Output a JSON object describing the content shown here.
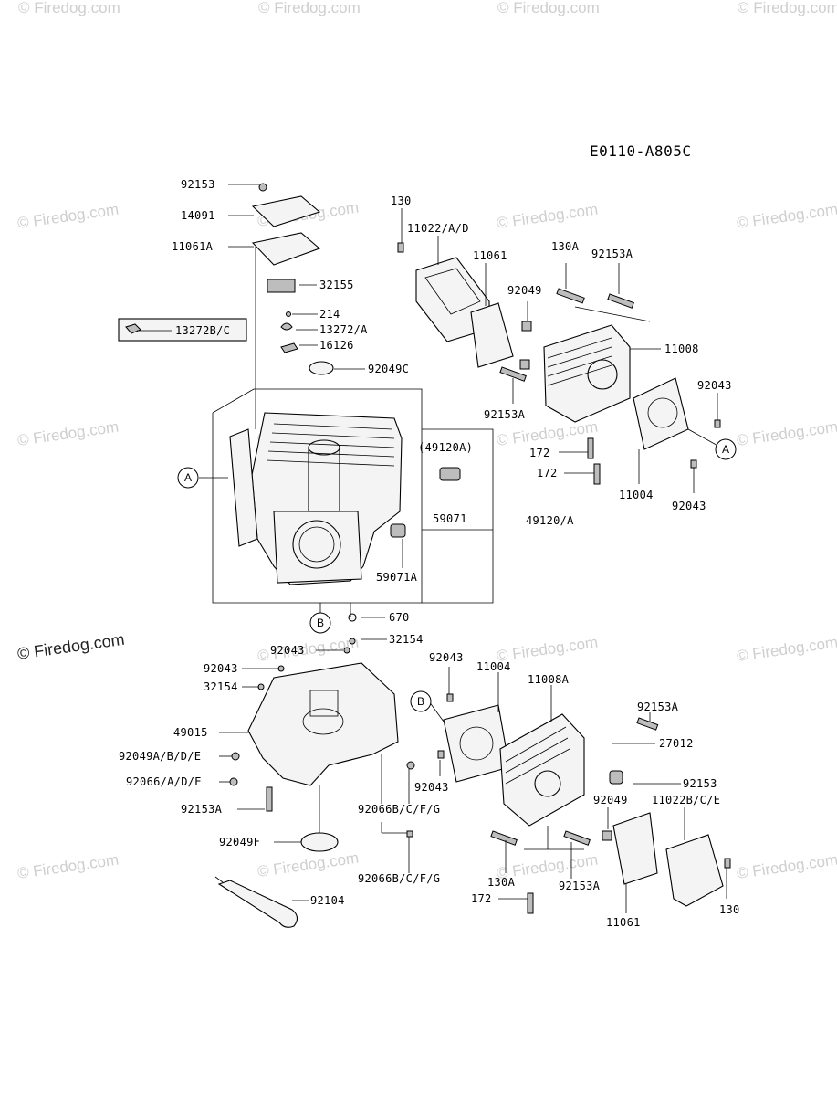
{
  "diagram_code": "E0110-A805C",
  "watermark": "© Firedog.com",
  "watermark_prominent": "© Firedog.com",
  "callouts": {
    "a": "A",
    "b": "B"
  },
  "labels": {
    "p92153": "92153",
    "p14091": "14091",
    "p11061A": "11061A",
    "p32155": "32155",
    "p214": "214",
    "p13272A": "13272/A",
    "p13272BC": "13272B/C",
    "p16126": "16126",
    "p92049C": "92049C",
    "p49120A_box": "(49120A)",
    "p59071": "59071",
    "p49120A": "49120/A",
    "p59071A": "59071A",
    "p670": "670",
    "p130_top": "130",
    "p11022AD": "11022/A/D",
    "p11061_top": "11061",
    "p130A_top": "130A",
    "p92153A_top": "92153A",
    "p92049_top": "92049",
    "p11008": "11008",
    "p92153A_left": "92153A",
    "p92043_r1": "92043",
    "p172_a": "172",
    "p172_b": "172",
    "p11004_top": "11004",
    "p92043_r2": "92043",
    "p32154_a": "32154",
    "p92043_b1": "92043",
    "p92043_b2": "92043",
    "p32154_b": "32154",
    "p49015": "49015",
    "p92049ABDE": "92049A/B/D/E",
    "p92066ADE": "92066/A/D/E",
    "p92153A_bl": "92153A",
    "p92049F": "92049F",
    "p92066BCFG_a": "92066B/C/F/G",
    "p92066BCFG_b": "92066B/C/F/G",
    "p92104": "92104",
    "p92043_b3": "92043",
    "p11004_bot": "11004",
    "p11008A": "11008A",
    "p92043_b4": "92043",
    "p92153A_br": "92153A",
    "p27012": "27012",
    "p92153_br": "92153",
    "p92049_bot": "92049",
    "p11022BCE": "11022B/C/E",
    "p130A_bot": "130A",
    "p92153A_bot": "92153A",
    "p172_bot": "172",
    "p11061_bot": "11061",
    "p130_bot": "130"
  },
  "icons": {
    "copyright": "©"
  }
}
